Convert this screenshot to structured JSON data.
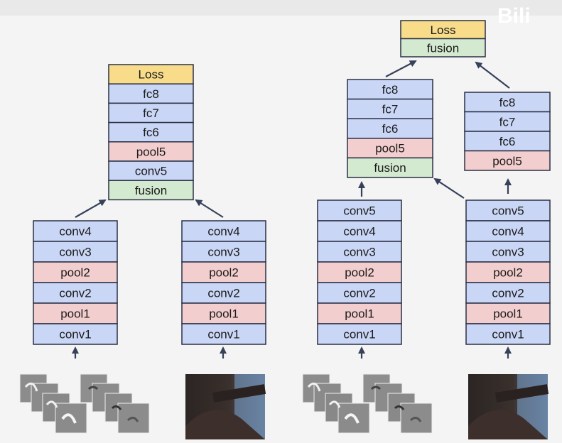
{
  "colors": {
    "conv": "#c9d6f6",
    "pool": "#f3cece",
    "fusion": "#d4ead0",
    "loss": "#f9dc8a",
    "border": "#2a3045",
    "arrow": "#36415a"
  },
  "watermark": {
    "text": "Bili"
  },
  "left_diagram": {
    "top_tower": [
      "Loss",
      "fc8",
      "fc7",
      "fc6",
      "pool5",
      "conv5",
      "fusion"
    ],
    "temporal_stream": [
      "conv4",
      "conv3",
      "pool2",
      "conv2",
      "pool1",
      "conv1"
    ],
    "spatial_stream": [
      "conv4",
      "conv3",
      "pool2",
      "conv2",
      "pool1",
      "conv1"
    ]
  },
  "right_diagram": {
    "top_fusion": [
      "Loss",
      "fusion"
    ],
    "middle_tower": [
      "fc8",
      "fc7",
      "fc6",
      "pool5",
      "fusion"
    ],
    "right_tower": [
      "fc8",
      "fc7",
      "fc6",
      "pool5"
    ],
    "temporal_stream": [
      "conv5",
      "conv4",
      "conv3",
      "pool2",
      "conv2",
      "pool1",
      "conv1"
    ],
    "spatial_stream": [
      "conv5",
      "conv4",
      "conv3",
      "pool2",
      "conv2",
      "pool1",
      "conv1"
    ]
  }
}
